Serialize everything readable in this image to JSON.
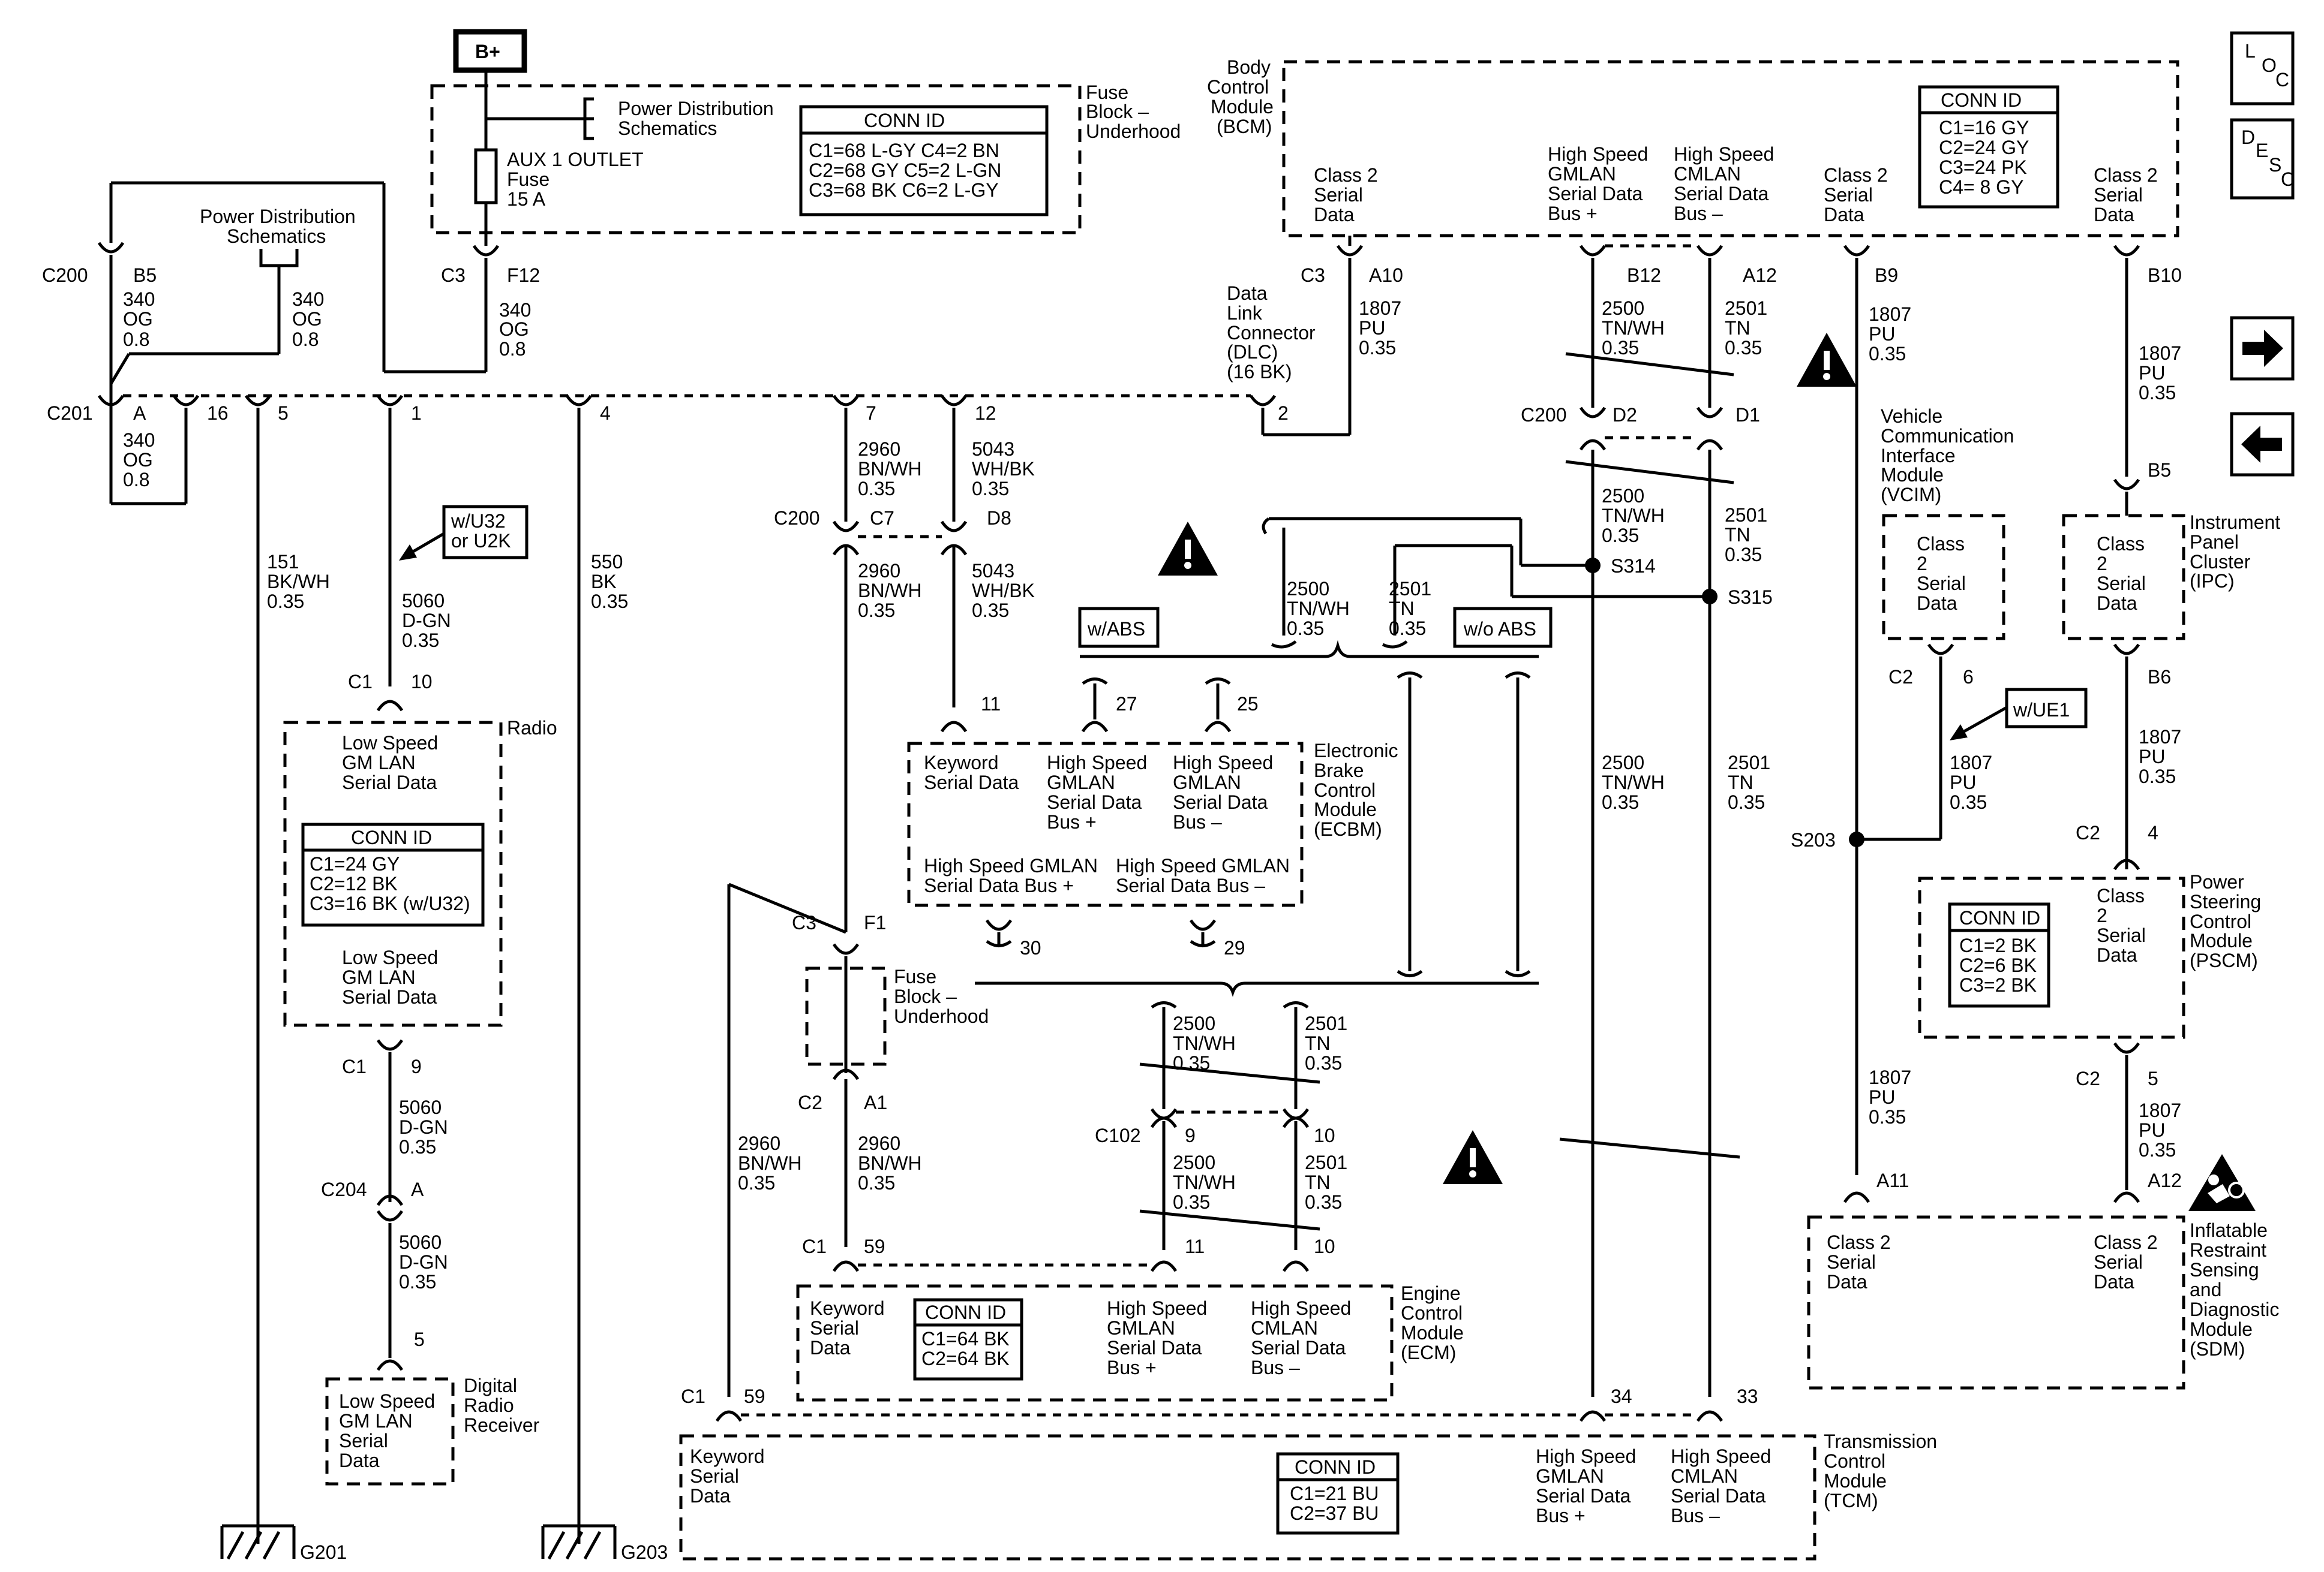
{
  "nav": {
    "loc": [
      "L",
      "O",
      "C"
    ],
    "desc": [
      "D",
      "E",
      "S",
      "C"
    ],
    "next_icon": "right-arrow-icon",
    "prev_icon": "left-arrow-icon"
  },
  "bplus": "B+",
  "fuse_block": {
    "title": [
      "Fuse",
      "Block –",
      "Underhood"
    ],
    "pds": [
      "Power Distribution",
      "Schematics"
    ],
    "fuse": [
      "AUX 1 OUTLET",
      "Fuse",
      "15 A"
    ],
    "conn_title": "CONN ID",
    "conn": [
      "C1=68 L-GY  C4=2 BN",
      "C2=68 GY    C5=2 L-GN",
      "C3=68 BK    C6=2 L-GY"
    ],
    "c3": "C3",
    "f12": "F12",
    "wire": [
      "340",
      "OG",
      "0.8"
    ]
  },
  "pds2": [
    "Power Distribution",
    "Schematics"
  ],
  "c200b5": {
    "conn": "C200",
    "pin": "B5",
    "wire": [
      "340",
      "OG",
      "0.8"
    ]
  },
  "mid340": [
    "340",
    "OG",
    "0.8"
  ],
  "c201": {
    "conn": "C201",
    "pinA": "A",
    "wire": [
      "340",
      "OG",
      "0.8"
    ],
    "p16": "16",
    "p5": "5",
    "p1": "1",
    "p4": "4",
    "p7": "7",
    "p12": "12",
    "p2": "2"
  },
  "dlc": [
    "Data",
    "Link",
    "Connector",
    "(DLC)",
    "(16 BK)"
  ],
  "bcm": {
    "title": [
      "Body",
      "Control",
      "Module",
      "(BCM)"
    ],
    "conn_title": "CONN ID",
    "conn": [
      "C1=16 GY",
      "C2=24 GY",
      "C3=24 PK",
      "C4=  8 GY"
    ],
    "class2a": [
      "Class 2",
      "Serial",
      "Data"
    ],
    "hsgm": [
      "High Speed",
      "GMLAN",
      "Serial Data",
      "Bus +"
    ],
    "hscm": [
      "High Speed",
      "CMLAN",
      "Serial Data",
      "Bus –"
    ],
    "class2b": [
      "Class 2",
      "Serial",
      "Data"
    ],
    "class2c": [
      "Class 2",
      "Serial",
      "Data"
    ],
    "c3": "C3",
    "a10": "A10",
    "b12": "B12",
    "a12": "A12",
    "b9": "B9",
    "b10": "B10"
  },
  "w1807a": [
    "1807",
    "PU",
    "0.35"
  ],
  "w2500a": [
    "2500",
    "TN/WH",
    "0.35"
  ],
  "w2501a": [
    "2501",
    "TN",
    "0.35"
  ],
  "w1807b": [
    "1807",
    "PU",
    "0.35"
  ],
  "w1807c": [
    "1807",
    "PU",
    "0.35"
  ],
  "c200d": {
    "conn": "C200",
    "d2": "D2",
    "d1": "D1"
  },
  "w2500b": [
    "2500",
    "TN/WH",
    "0.35"
  ],
  "w2501b": [
    "2501",
    "TN",
    "0.35"
  ],
  "s314": "S314",
  "s315": "S315",
  "w2500c": [
    "2500",
    "TN/WH",
    "0.35"
  ],
  "w2501c": [
    "2501",
    "TN",
    "0.35"
  ],
  "wabs": "w/ABS",
  "woabs": "w/o ABS",
  "w2500d": [
    "2500",
    "TN/WH",
    "0.35"
  ],
  "w2501d": [
    "2501",
    "TN",
    "0.35"
  ],
  "vcim": {
    "title": [
      "Vehicle",
      "Communication",
      "Interface",
      "Module",
      "(VCIM)"
    ],
    "class2": [
      "Class",
      "2",
      "Serial",
      "Data"
    ],
    "c2": "C2",
    "p6": "6"
  },
  "ipc": {
    "pin": "B5",
    "title": [
      "Instrument",
      "Panel",
      "Cluster",
      "(IPC)"
    ],
    "class2": [
      "Class",
      "2",
      "Serial",
      "Data"
    ],
    "b6": "B6"
  },
  "wue1": "w/UE1",
  "w1807d": [
    "1807",
    "PU",
    "0.35"
  ],
  "w1807e": [
    "1807",
    "PU",
    "0.35"
  ],
  "s203": "S203",
  "pscm": {
    "c2": "C2",
    "p4": "4",
    "title": [
      "Power",
      "Steering",
      "Control",
      "Module",
      "(PSCM)"
    ],
    "class2": [
      "Class",
      "2",
      "Serial",
      "Data"
    ],
    "conn_title": "CONN ID",
    "conn": [
      "C1=2 BK",
      "C2=6 BK",
      "C3=2 BK"
    ],
    "c2b": "C2",
    "p5": "5"
  },
  "w1807f": [
    "1807",
    "PU",
    "0.35"
  ],
  "w1807g": [
    "1807",
    "PU",
    "0.35"
  ],
  "sdm": {
    "a11": "A11",
    "a12": "A12",
    "class2a": [
      "Class 2",
      "Serial",
      "Data"
    ],
    "class2b": [
      "Class 2",
      "Serial",
      "Data"
    ],
    "title": [
      "Inflatable",
      "Restraint",
      "Sensing",
      "and",
      "Diagnostic",
      "Module",
      "(SDM)"
    ],
    "icon": "airbag-warning-icon"
  },
  "w151": [
    "151",
    "BK/WH",
    "0.35"
  ],
  "wu32": [
    "w/U32",
    "or U2K"
  ],
  "w5060a": [
    "5060",
    "D-GN",
    "0.35"
  ],
  "w550": [
    "550",
    "BK",
    "0.35"
  ],
  "radio": {
    "c1": "C1",
    "p10": "10",
    "label": "Radio",
    "ls1": [
      "Low Speed",
      "GM LAN",
      "Serial Data"
    ],
    "conn_title": "CONN ID",
    "conn": [
      "C1=24 GY",
      "C2=12 BK",
      "C3=16 BK (w/U32)"
    ],
    "ls2": [
      "Low Speed",
      "GM LAN",
      "Serial Data"
    ],
    "c1b": "C1",
    "p9": "9"
  },
  "w5060b": [
    "5060",
    "D-GN",
    "0.35"
  ],
  "c204": {
    "conn": "C204",
    "pin": "A"
  },
  "w5060c": [
    "5060",
    "D-GN",
    "0.35"
  ],
  "drr": {
    "pin": "5",
    "title": [
      "Digital",
      "Radio",
      "Receiver"
    ],
    "label": [
      "Low Speed",
      "GM LAN",
      "Serial",
      "Data"
    ]
  },
  "g201": "G201",
  "g203": "G203",
  "w2960a": [
    "2960",
    "BN/WH",
    "0.35"
  ],
  "w5043a": [
    "5043",
    "WH/BK",
    "0.35"
  ],
  "c200c": {
    "conn": "C200",
    "c7": "C7",
    "d8": "D8"
  },
  "w2960b": [
    "2960",
    "BN/WH",
    "0.35"
  ],
  "w5043b": [
    "5043",
    "WH/BK",
    "0.35"
  ],
  "ecbm": {
    "p11": "11",
    "p27": "27",
    "p25": "25",
    "keyword": [
      "Keyword",
      "Serial Data"
    ],
    "hsp": [
      "High Speed",
      "GMLAN",
      "Serial Data",
      "Bus +"
    ],
    "hsm": [
      "High Speed",
      "GMLAN",
      "Serial Data",
      "Bus –"
    ],
    "bot1": [
      "High Speed GMLAN",
      "Serial Data Bus +"
    ],
    "bot2": [
      "High Speed GMLAN",
      "Serial Data Bus –"
    ],
    "title": [
      "Electronic",
      "Brake",
      "Control",
      "Module",
      "(ECBM)"
    ],
    "p30": "30",
    "p29": "29"
  },
  "fuse2": {
    "c3": "C3",
    "f1": "F1",
    "title": [
      "Fuse",
      "Block –",
      "Underhood"
    ],
    "c2": "C2",
    "a1": "A1"
  },
  "w2500e": [
    "2500",
    "TN/WH",
    "0.35"
  ],
  "w2501e": [
    "2501",
    "TN",
    "0.35"
  ],
  "c102": {
    "conn": "C102",
    "p9": "9",
    "p10": "10"
  },
  "w2500f": [
    "2500",
    "TN/WH",
    "0.35"
  ],
  "w2501f": [
    "2501",
    "TN",
    "0.35"
  ],
  "w2960c": [
    "2960",
    "BN/WH",
    "0.35"
  ],
  "w2960d": [
    "2960",
    "BN/WH",
    "0.35"
  ],
  "ecm": {
    "c1": "C1",
    "p59": "59",
    "p11": "11",
    "p10": "10",
    "keyword": [
      "Keyword",
      "Serial",
      "Data"
    ],
    "conn_title": "CONN ID",
    "conn": [
      "C1=64 BK",
      "C2=64 BK"
    ],
    "hsgm": [
      "High Speed",
      "GMLAN",
      "Serial Data",
      "Bus +"
    ],
    "hscm": [
      "High Speed",
      "CMLAN",
      "Serial Data",
      "Bus –"
    ],
    "title": [
      "Engine",
      "Control",
      "Module",
      "(ECM)"
    ]
  },
  "w2500g": [
    "2500",
    "TN/WH",
    "0.35"
  ],
  "w2501g": [
    "2501",
    "TN",
    "0.35"
  ],
  "tcm": {
    "c1": "C1",
    "p59": "59",
    "p34": "34",
    "p33": "33",
    "keyword": [
      "Keyword",
      "Serial",
      "Data"
    ],
    "conn_title": "CONN ID",
    "conn": [
      "C1=21 BU",
      "C2=37 BU"
    ],
    "hsgm": [
      "High Speed",
      "GMLAN",
      "Serial Data",
      "Bus +"
    ],
    "hscm": [
      "High Speed",
      "CMLAN",
      "Serial Data",
      "Bus –"
    ],
    "title": [
      "Transmission",
      "Control",
      "Module",
      "(TCM)"
    ]
  }
}
